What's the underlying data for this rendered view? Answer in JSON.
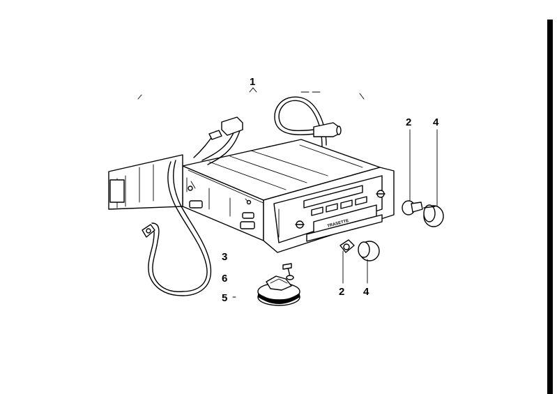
{
  "diagram": {
    "callouts": [
      {
        "id": "c1",
        "text": "1"
      },
      {
        "id": "c2a",
        "text": "2"
      },
      {
        "id": "c4a",
        "text": "4"
      },
      {
        "id": "c3",
        "text": "3"
      },
      {
        "id": "c6",
        "text": "6"
      },
      {
        "id": "c5",
        "text": "5"
      },
      {
        "id": "c2b",
        "text": "2"
      },
      {
        "id": "c4b",
        "text": "4"
      }
    ],
    "faceplate_label": "TRASETTE"
  }
}
